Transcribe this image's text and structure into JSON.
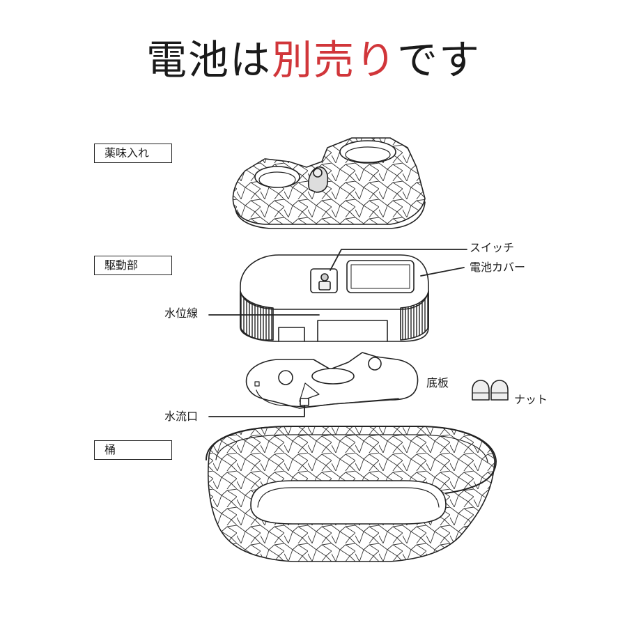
{
  "title": {
    "part1": "電池は",
    "accent": "別売り",
    "part2": "です",
    "accent_color": "#d1363a"
  },
  "sections": {
    "condiment": "薬味入れ",
    "drive": "駆動部",
    "tub": "桶"
  },
  "labels": {
    "switch": "スイッチ",
    "battery_cover": "電池カバー",
    "water_level": "水位線",
    "bottom_plate": "底板",
    "nut": "ナット",
    "water_outlet": "水流口"
  }
}
